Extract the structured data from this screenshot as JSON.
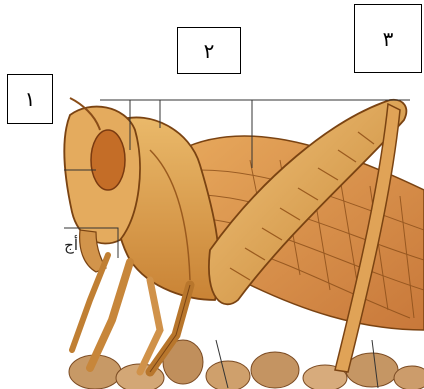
{
  "labels": {
    "box1": "١",
    "box2": "٢",
    "box3": "٣"
  },
  "side_text": "أج",
  "colors": {
    "body_light": "#e9b767",
    "body_mid": "#d89844",
    "body_dark": "#a8611f",
    "outline": "#7a4312",
    "pebble": "#c99a6a",
    "leader_line": "#333333"
  }
}
